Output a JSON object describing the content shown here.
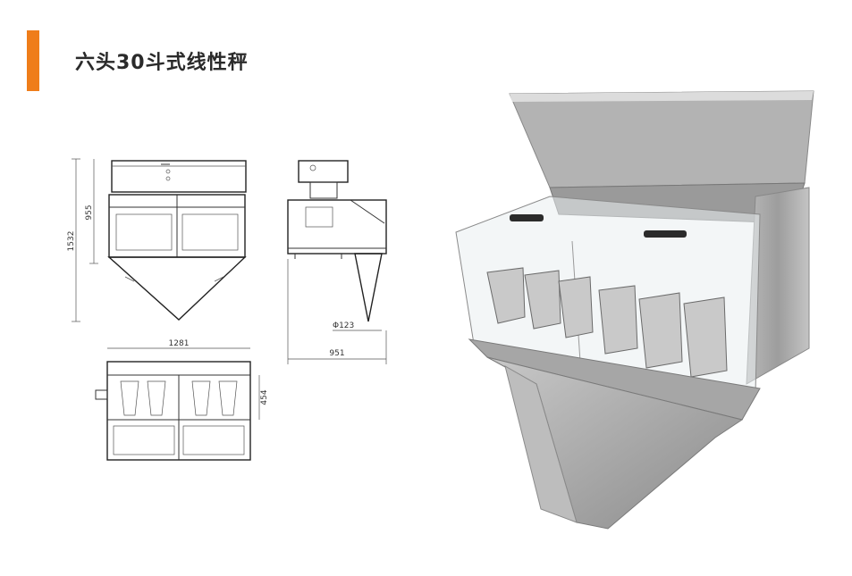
{
  "title": "六头30斗式线性秤",
  "colors": {
    "accent": "#ef7d1a",
    "steel": "#a9a9a9",
    "steel_dark": "#7d7d7d",
    "text": "#2a2a2a"
  },
  "front_view": {
    "height_total": "1532",
    "height_upper": "955"
  },
  "side_view": {
    "diameter": "Φ123",
    "width": "951"
  },
  "top_view": {
    "length": "1281",
    "depth": "454"
  }
}
